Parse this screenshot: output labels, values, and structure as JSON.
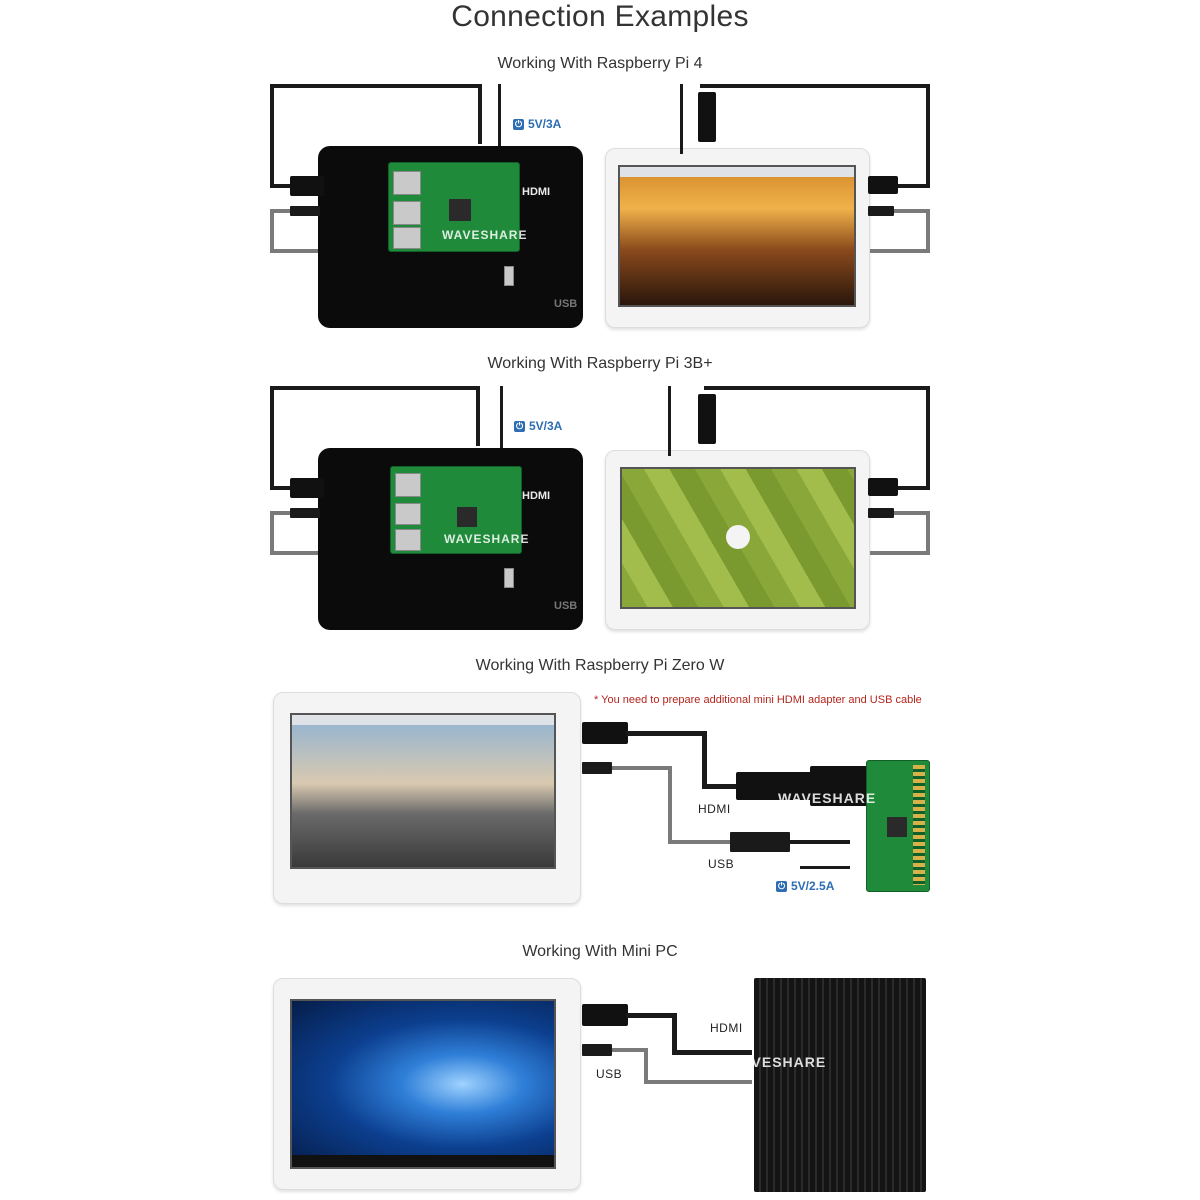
{
  "page": {
    "title": "Connection Examples"
  },
  "sections": {
    "pi4": {
      "title": "Working With Raspberry Pi 4",
      "power": "5V/3A",
      "hdmi_label": "HDMI",
      "usb_label": "USB",
      "watermark": "WAVESHARE"
    },
    "pi3": {
      "title": "Working With Raspberry Pi 3B+",
      "power": "5V/3A",
      "hdmi_label": "HDMI",
      "usb_label": "USB",
      "watermark": "WAVESHARE"
    },
    "zero": {
      "title": "Working With Raspberry Pi Zero W",
      "note": "* You need to prepare additional mini HDMI adapter and USB cable",
      "hdmi_label": "HDMI",
      "usb_label": "USB",
      "power": "5V/2.5A",
      "watermark": "WAVESHARE"
    },
    "minipc": {
      "title": "Working With Mini PC",
      "hdmi_label": "HDMI",
      "usb_label": "USB",
      "watermark": "WAVESHARE"
    }
  },
  "colors": {
    "power_blue": "#2c6db3",
    "note_red": "#b3261e",
    "pcb_green": "#1e8a3a"
  },
  "icons": {
    "power": "power-icon"
  }
}
